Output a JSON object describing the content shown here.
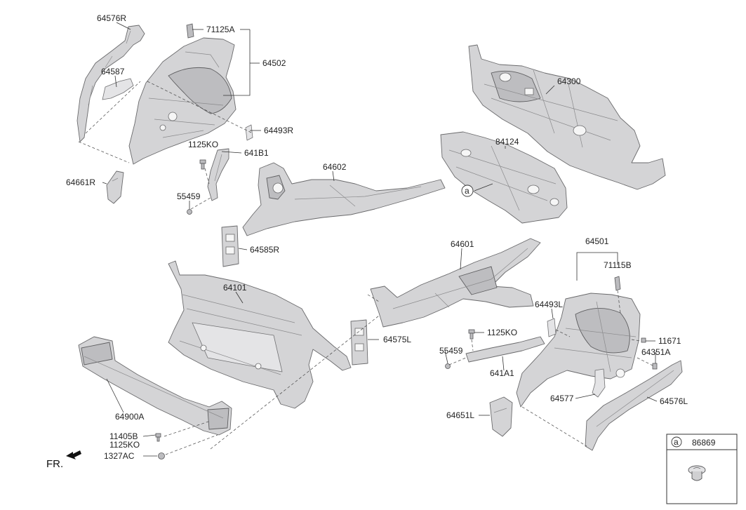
{
  "labels": {
    "p64576R": "64576R",
    "p71125A": "71125A",
    "p64502": "64502",
    "p64587": "64587",
    "p64493R": "64493R",
    "p1125KO_top": "1125KO",
    "p641B1": "641B1",
    "p64661R": "64661R",
    "p55459_top": "55459",
    "p64602": "64602",
    "p64585R": "64585R",
    "p64300": "64300",
    "p84124": "84124",
    "p64601": "64601",
    "p64501": "64501",
    "p71115B": "71115B",
    "p64101": "64101",
    "p64493L": "64493L",
    "p1125KO_mid": "1125KO",
    "p11671": "11671",
    "p64575L": "64575L",
    "p55459_mid": "55459",
    "p64351A": "64351A",
    "p641A1": "641A1",
    "p64577": "64577",
    "p64576L": "64576L",
    "p64900A": "64900A",
    "p64651L": "64651L",
    "p11405B": "11405B",
    "p1125KO_bot": "1125KO",
    "p1327AC": "1327AC"
  },
  "callout_marker": "a",
  "direction_label": "FR.",
  "legend": {
    "marker": "a",
    "part_number": "86869"
  }
}
